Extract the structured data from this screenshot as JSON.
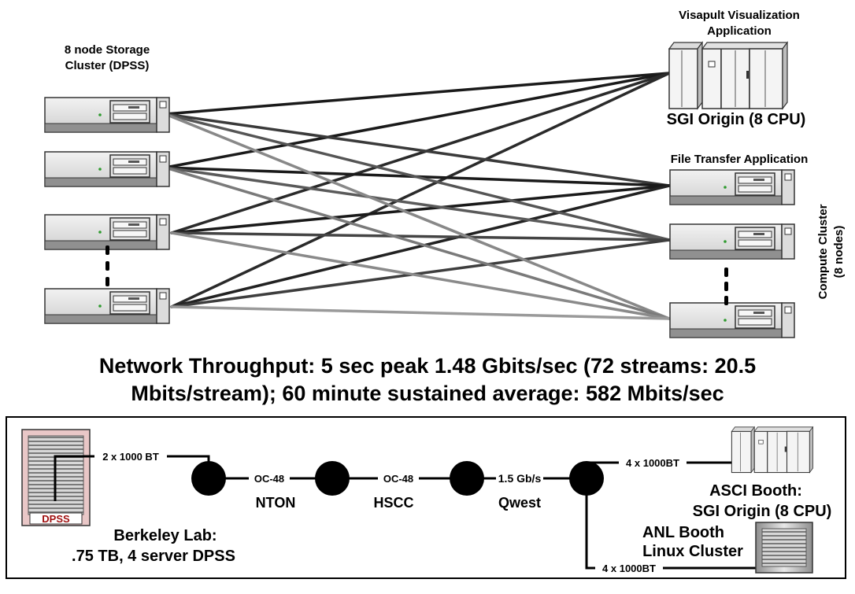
{
  "storage_cluster": {
    "label_line1": "8 node Storage",
    "label_line2": "Cluster (DPSS)"
  },
  "visualization": {
    "title_line1": "Visapult Visualization",
    "title_line2": "Application",
    "host_label": "SGI Origin (8 CPU)"
  },
  "file_transfer": {
    "title": "File Transfer Application"
  },
  "compute_cluster": {
    "label_line1": "Compute Cluster",
    "label_line2": "(8 nodes)"
  },
  "throughput": {
    "line1": "Network Throughput: 5 sec peak 1.48 Gbits/sec (72 streams: 20.5",
    "line2": "Mbits/stream); 60 minute sustained average: 582 Mbits/sec"
  },
  "network_path": {
    "dpss_logo": "DPSS",
    "link_berkeley": "2 x 1000 BT",
    "link_oc48_a": "OC-48",
    "link_oc48_b": "OC-48",
    "link_qwest": "1.5 Gb/s",
    "link_asci": "4 x 1000BT",
    "link_anl": "4 x 1000BT",
    "node_nton": "NTON",
    "node_hscc": "HSCC",
    "node_qwest": "Qwest",
    "berkeley_line1": "Berkeley Lab:",
    "berkeley_line2": ".75 TB,  4 server DPSS",
    "asci_line1": "ASCI Booth:",
    "asci_line2": "SGI Origin (8 CPU)",
    "anl_line1": "ANL Booth",
    "anl_line2": "Linux Cluster"
  }
}
